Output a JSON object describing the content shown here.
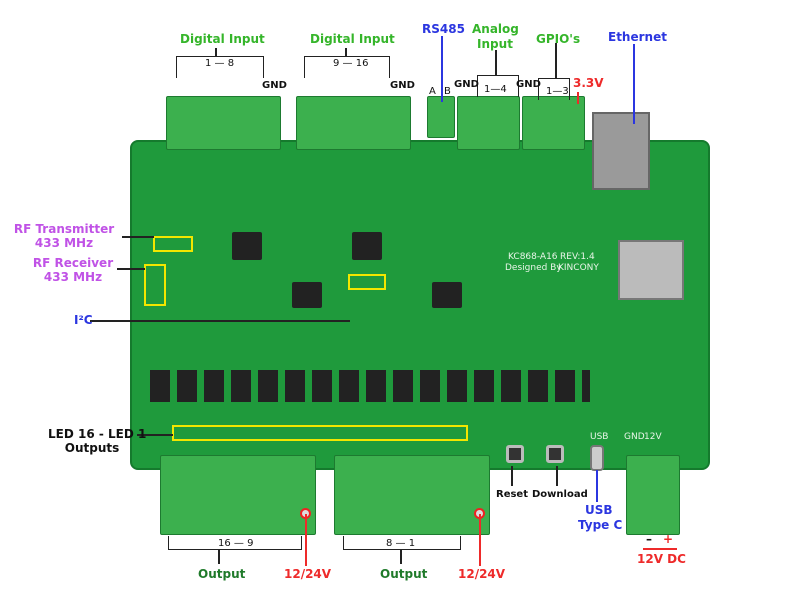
{
  "top_labels": {
    "digital_input_1": "Digital Input",
    "digital_input_2": "Digital Input",
    "range_1_8": "1 — 8",
    "range_9_16": "9 — 16",
    "gnd_1": "GND",
    "gnd_2": "GND",
    "rs485": "RS485",
    "rs485_a": "A",
    "rs485_b": "B",
    "analog_input": "Analog Input",
    "gnd_analog": "GND",
    "range_analog": "1—4",
    "gpios": "GPIO's",
    "gnd_gpio": "GND",
    "range_gpio": "1—3",
    "v33": "3.3V",
    "ethernet": "Ethernet"
  },
  "left_labels": {
    "rf_transmitter": "RF Transmitter",
    "rf_transmitter_freq": "433 MHz",
    "rf_receiver": "RF Receiver",
    "rf_receiver_freq": "433 MHz",
    "i2c": "I²C",
    "led": "LED 16 - LED 1",
    "led_outputs": "Outputs"
  },
  "board_silk": {
    "model": "KC868-A16",
    "rev": "REV:1.4",
    "designed_by": "Designed By",
    "brand": "KINCONY",
    "usb": "USB",
    "gnd": "GND",
    "v12": "12V"
  },
  "bottom_labels": {
    "range_16_9": "16 — 9",
    "output_1": "Output",
    "v1224_1": "12/24V",
    "range_8_1": "8 — 1",
    "output_2": "Output",
    "v1224_2": "12/24V",
    "reset": "Reset",
    "download": "Download",
    "usb": "USB",
    "type_c": "Type C",
    "minus": "–",
    "plus": "+",
    "dc": "12V DC"
  }
}
